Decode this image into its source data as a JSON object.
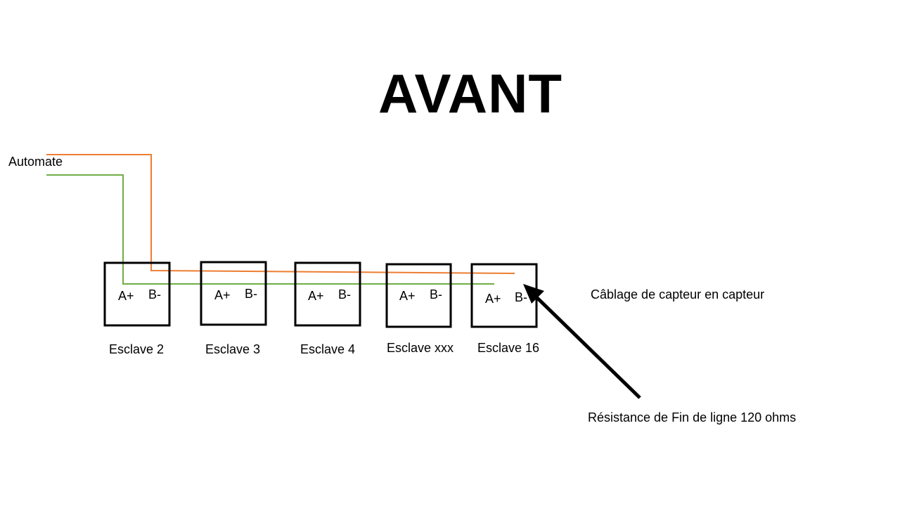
{
  "title": "AVANT",
  "source_label": "Automate",
  "slaves": [
    {
      "name": "Esclave 2",
      "pin_a": "A+",
      "pin_b": "B-"
    },
    {
      "name": "Esclave 3",
      "pin_a": "A+",
      "pin_b": "B-"
    },
    {
      "name": "Esclave 4",
      "pin_a": "A+",
      "pin_b": "B-"
    },
    {
      "name": "Esclave xxx",
      "pin_a": "A+",
      "pin_b": "B-"
    },
    {
      "name": "Esclave 16",
      "pin_a": "A+",
      "pin_b": "B-"
    }
  ],
  "wiring_note": "Câblage de capteur en capteur",
  "resistor_note": "Résistance de Fin de ligne 120 ohms",
  "colors": {
    "wire_b": "#ED7D31",
    "wire_a": "#70AD47",
    "outline": "#000000"
  }
}
